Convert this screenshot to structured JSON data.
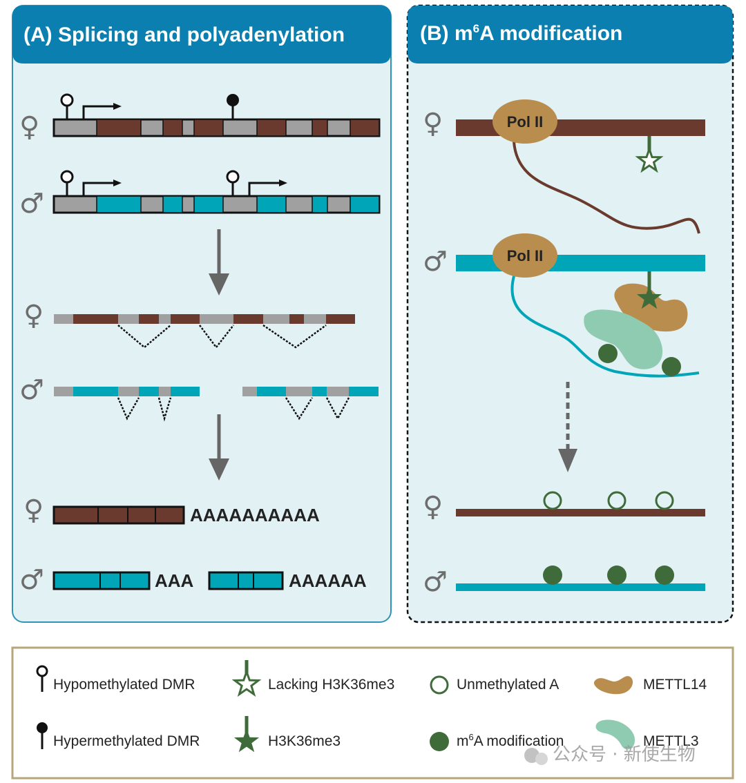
{
  "panel_a": {
    "title": "(A)  Splicing and polyadenylation"
  },
  "panel_b": {
    "title_prefix": "(B)  m",
    "title_sup": "6",
    "title_suffix": "A modification",
    "pol_label": "Pol II"
  },
  "symbols": {
    "female": "♀",
    "male": "♂"
  },
  "polya": {
    "female": "AAAAAAAAAA",
    "male_1": "AAA",
    "male_2": "AAAAAA"
  },
  "legend": {
    "hypomethylated": "Hypomethylated DMR",
    "hypermethylated": "Hypermethylated DMR",
    "lacking_h3k36me3": "Lacking H3K36me3",
    "h3k36me3": "H3K36me3",
    "unmethylated_a": "Unmethylated A",
    "m6a_prefix": "m",
    "m6a_sup": "6",
    "m6a_suffix": "A modification",
    "mettl14": "METTL14",
    "mettl3": "METTL3"
  },
  "watermark": "公众号 · 新使生物",
  "colors": {
    "header_blue": "#0a7fb0",
    "panel_bg": "#e1f1f4",
    "female_brown": "#6b3a2e",
    "male_teal": "#00a6b8",
    "intron_grey": "#a0a0a0",
    "pol_tan": "#b98d4e",
    "mettl3_green": "#8fcbb1",
    "h3k36_green": "#3f6b3a",
    "legend_border": "#b8a57a"
  }
}
